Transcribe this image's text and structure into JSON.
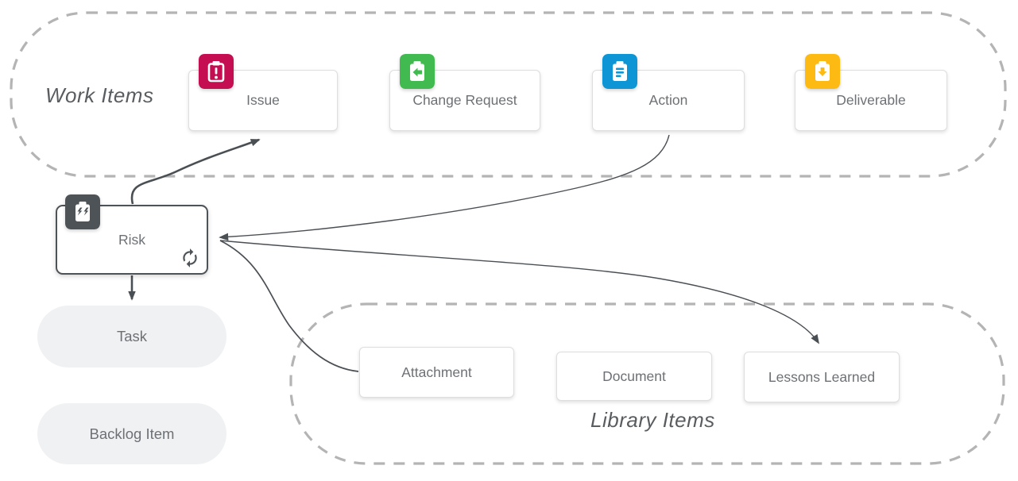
{
  "diagram": {
    "groups": {
      "work_items": {
        "label": "Work Items"
      },
      "library_items": {
        "label": "Library Items"
      }
    },
    "nodes": {
      "issue": {
        "label": "Issue",
        "icon": "clipboard-alert-icon",
        "color": "#c50d51"
      },
      "change_request": {
        "label": "Change Request",
        "icon": "clipboard-arrow-left-icon",
        "color": "#41ba50"
      },
      "action": {
        "label": "Action",
        "icon": "clipboard-list-icon",
        "color": "#0d95d6"
      },
      "deliverable": {
        "label": "Deliverable",
        "icon": "clipboard-arrow-down-icon",
        "color": "#fcba12"
      },
      "risk": {
        "label": "Risk",
        "icon": "clipboard-risk-icon",
        "color": "#4d5357",
        "badge_icon": "sync-icon"
      },
      "task": {
        "label": "Task"
      },
      "backlog_item": {
        "label": "Backlog Item"
      },
      "attachment": {
        "label": "Attachment"
      },
      "document": {
        "label": "Document"
      },
      "lessons_learned": {
        "label": "Lessons Learned"
      }
    },
    "edges": [
      {
        "from": "risk",
        "to": "issue"
      },
      {
        "from": "action",
        "to": "risk"
      },
      {
        "from": "attachment",
        "to": "risk"
      },
      {
        "from": "risk",
        "to": "lessons_learned"
      },
      {
        "from": "risk",
        "to": "task"
      }
    ],
    "colors": {
      "connector": "#4a4f54",
      "dashed_border": "#b4b4b4",
      "card_border": "#dedede",
      "card_text": "#6d7175",
      "group_label_text": "#595d60",
      "pill_background": "#f0f1f2",
      "risk_border": "#4d5357"
    }
  }
}
